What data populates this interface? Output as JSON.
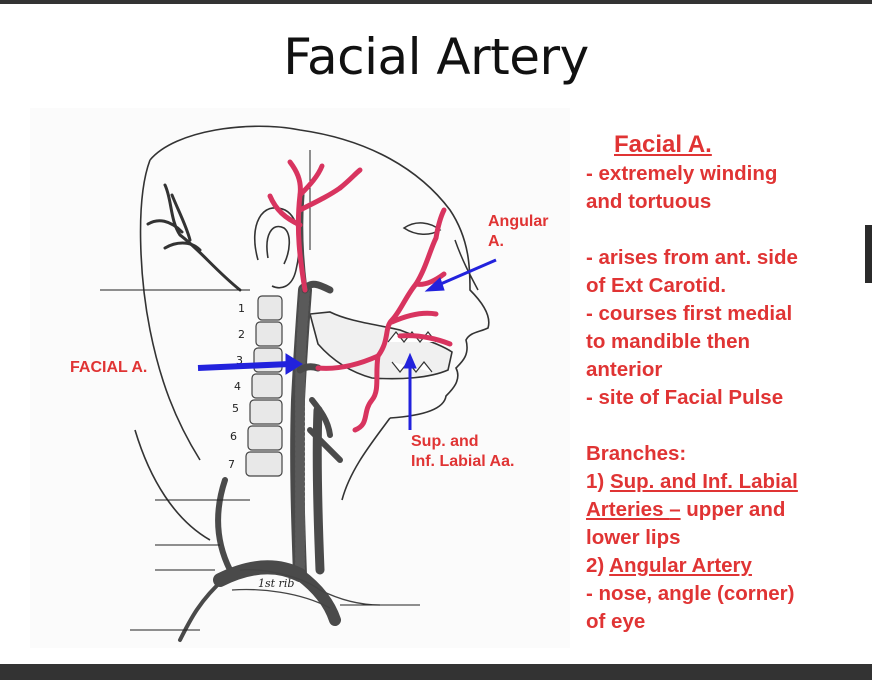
{
  "slide": {
    "title": "Facial Artery"
  },
  "diagram": {
    "labels": {
      "facial": "FACIAL A.",
      "angular_1": "Angular",
      "angular_2": "A.",
      "labial_1": "Sup. and",
      "labial_2": "Inf. Labial Aa."
    },
    "vertebra_numbers": [
      "1",
      "2",
      "3",
      "4",
      "5",
      "6",
      "7"
    ],
    "rib_label": "1st rib",
    "colors": {
      "artery": "#d8345f",
      "arrow": "#2222dd",
      "label": "#e03434"
    }
  },
  "notes": {
    "heading": "Facial A.",
    "lines": [
      "- extremely winding",
      "and tortuous",
      "",
      "- arises from ant. side",
      "of Ext Carotid.",
      "- courses first medial",
      "to mandible then",
      "anterior",
      "- site of Facial Pulse",
      "",
      "Branches:"
    ],
    "branch1_prefix": "1) ",
    "branch1_name_a": "Sup. and Inf. Labial",
    "branch1_name_b": "Arteries ",
    "branch1_dash": "–",
    "branch1_desc": " upper and",
    "branch1_desc2": "lower lips",
    "branch2_prefix": "2) ",
    "branch2_name": "Angular Artery",
    "branch2_desc": "- nose, angle (corner)",
    "branch2_desc2": "of eye"
  }
}
